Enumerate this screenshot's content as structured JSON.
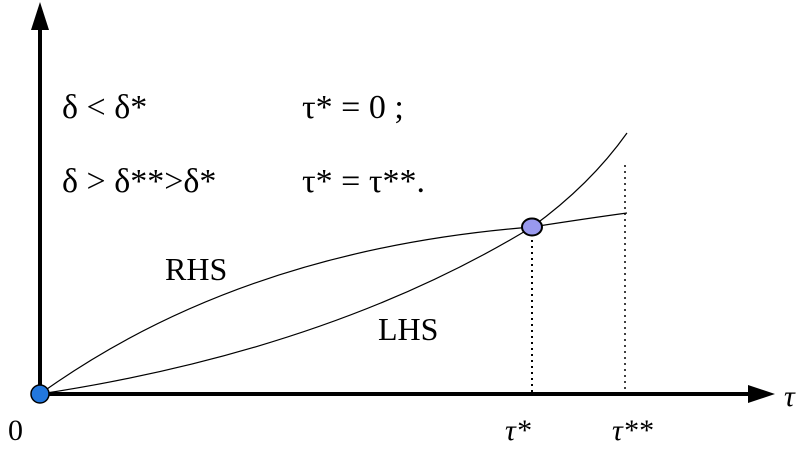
{
  "conditions": [
    {
      "left": "δ < δ*",
      "right": "τ* = 0 ;"
    },
    {
      "left": "δ > δ**>δ*",
      "right": "τ* = τ**."
    }
  ],
  "curves": {
    "rhs_label": "RHS",
    "lhs_label": "LHS"
  },
  "axes": {
    "origin_label": "0",
    "x_label": "τ"
  },
  "markers": {
    "tau_star": "τ*",
    "tau_star_star": "τ**"
  },
  "colors": {
    "axis": "#000000",
    "point_fill": "#9999ee",
    "origin_fill": "#2277dd",
    "point_stroke": "#000000"
  }
}
